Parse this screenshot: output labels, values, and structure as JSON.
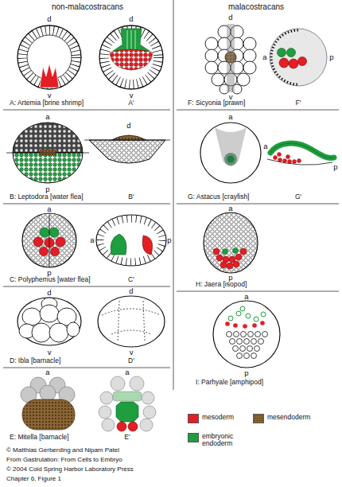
{
  "diagram": {
    "labels": [
      "non-malacostracans",
      "malacostracans",
      "d",
      "v",
      "A: Artemia [brine shrimp]",
      "d",
      "v",
      "A'",
      "d",
      "v",
      "F: Sicyonia [prawn]",
      "a",
      "p",
      "F'",
      "a",
      "p",
      "B: Leptodora [water flea]",
      "d",
      "B'",
      "a",
      "G: Astacus [crayfish]",
      "a",
      "p",
      "G'",
      "a",
      "p",
      "C: Polyphemus [water flea]",
      "a",
      "p",
      "C'",
      "a",
      "p",
      "H: Jaera [isopod]",
      "d",
      "v",
      "D: Ibla [barnacle]",
      "d",
      "v",
      "D'",
      "a",
      "p",
      "I: Parhyale [amphipod]",
      "a",
      "E: Mitella [barnacle]",
      "a",
      "E'",
      "© Matthias Gerberding and Nipam Patel",
      "From Gastrulation: From Cells to Embryo",
      "© 2004 Cold Spring Harbor Laboratory Press",
      "Chapter 6, Figure 1"
    ],
    "legend": [
      {
        "text": "mesoderm",
        "color": "#e31e24"
      },
      {
        "text": "mesendoderm",
        "color": "#8a6534"
      },
      {
        "text": "embryonic endoderm",
        "color": "#1e9e3e"
      }
    ]
  }
}
